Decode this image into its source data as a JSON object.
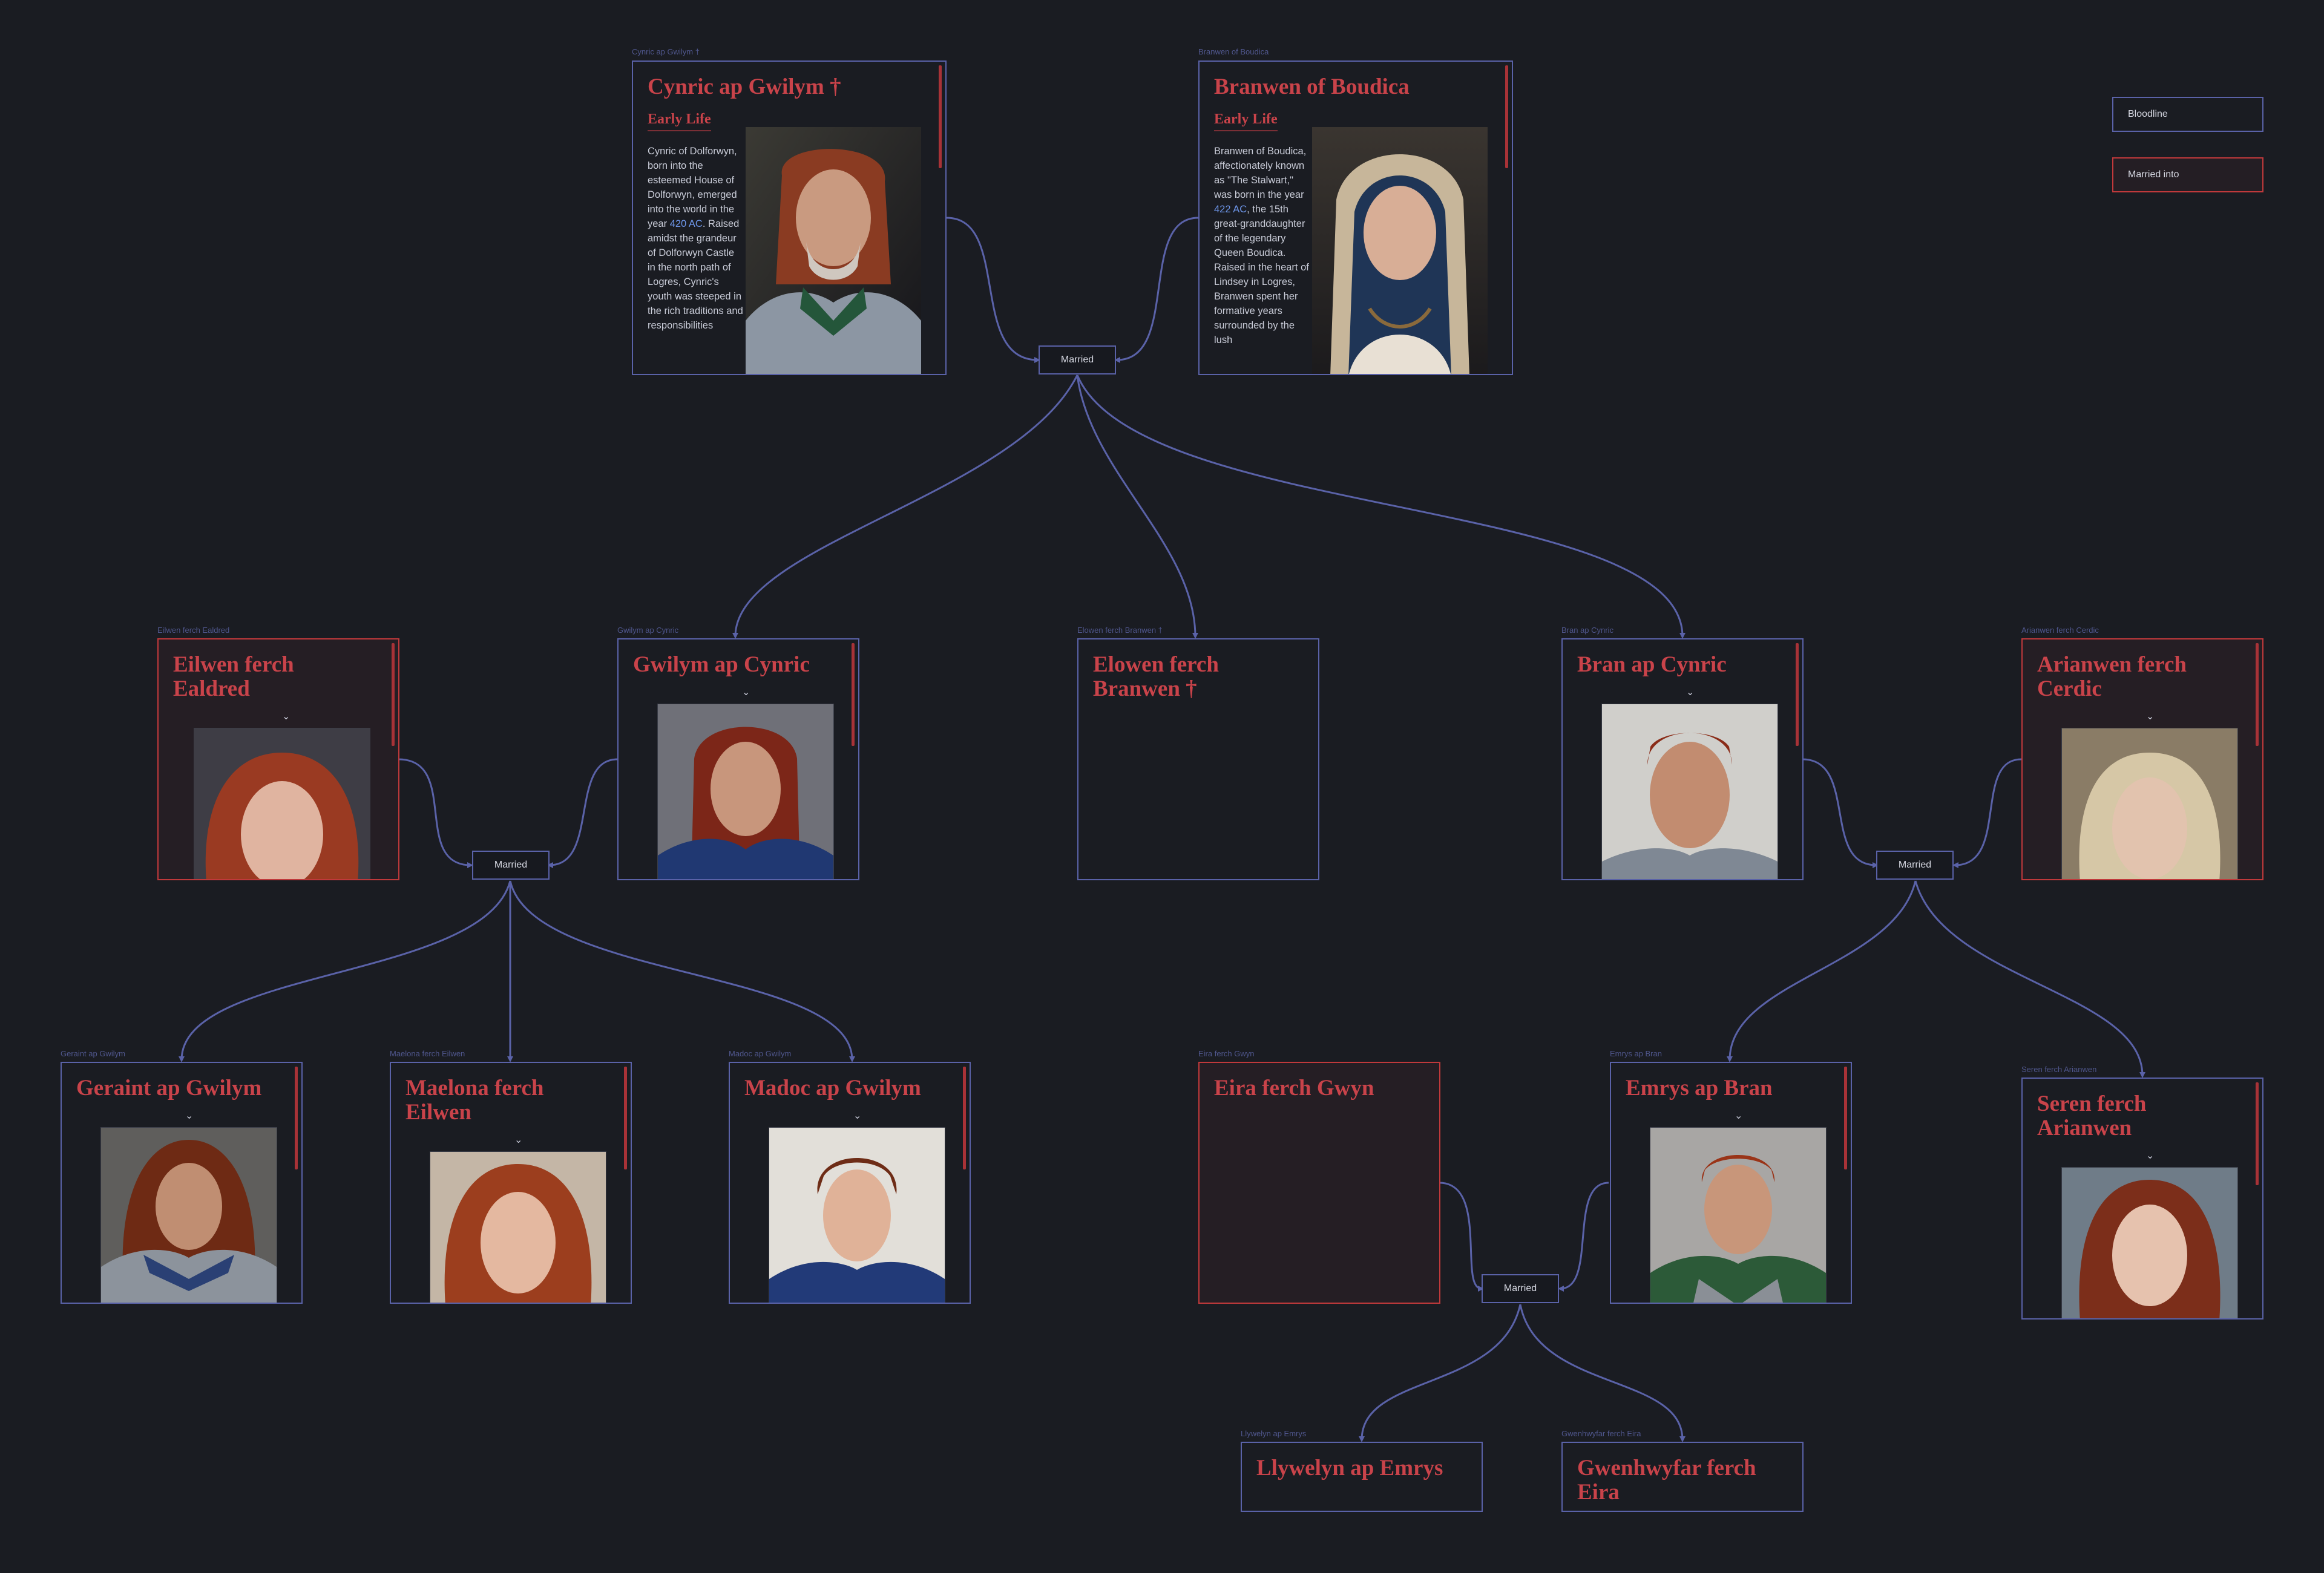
{
  "legend": {
    "bloodline": "Bloodline",
    "married_into": "Married into"
  },
  "colors": {
    "bloodline": "#5a62a8",
    "married_into": "#c0393b",
    "title": "#c9434a",
    "background": "#1a1c22"
  },
  "marriage_label": "Married",
  "people": {
    "cynric": {
      "label": "Cynric ap Gwilym †",
      "name": "Cynric ap Gwilym †",
      "section": "Early Life",
      "bio_parts": [
        "Cynric of Dolforwyn, born into the esteemed House of Dolforwyn, emerged into the world in the year ",
        "420 AC",
        ". Raised amidst the grandeur of Dolforwyn Castle in the north path of Logres, Cynric's youth was steeped in the rich traditions and responsibilities"
      ]
    },
    "branwen": {
      "label": "Branwen of Boudica",
      "name": "Branwen of Boudica",
      "section": "Early Life",
      "bio_parts": [
        "Branwen of Boudica, affectionately known as \"The Stalwart,\" was born in the year ",
        "422 AC",
        ", the 15th great-granddaughter of the legendary Queen Boudica. Raised in the heart of Lindsey in Logres, Branwen spent her formative years surrounded by the lush"
      ]
    },
    "eilwen": {
      "label": "Eilwen ferch Ealdred",
      "name": "Eilwen ferch Ealdred"
    },
    "gwilym": {
      "label": "Gwilym ap Cynric",
      "name": "Gwilym ap Cynric"
    },
    "elowen": {
      "label": "Elowen ferch Branwen †",
      "name": "Elowen ferch Branwen †"
    },
    "bran": {
      "label": "Bran ap Cynric",
      "name": "Bran ap Cynric"
    },
    "arianwen": {
      "label": "Arianwen ferch Cerdic",
      "name": "Arianwen ferch Cerdic"
    },
    "geraint": {
      "label": "Geraint ap Gwilym",
      "name": "Geraint ap Gwilym"
    },
    "maelona": {
      "label": "Maelona ferch Eilwen",
      "name": "Maelona ferch Eilwen"
    },
    "madoc": {
      "label": "Madoc ap Gwilym",
      "name": "Madoc ap Gwilym"
    },
    "eira": {
      "label": "Eira ferch Gwyn",
      "name": "Eira ferch Gwyn"
    },
    "emrys": {
      "label": "Emrys ap Bran",
      "name": "Emrys ap Bran"
    },
    "seren": {
      "label": "Seren ferch Arianwen",
      "name": "Seren ferch Arianwen"
    },
    "llywelyn": {
      "label": "Llywelyn ap Emrys",
      "name": "Llywelyn ap Emrys"
    },
    "gwenhwyfar": {
      "label": "Gwenhwyfar ferch Eira",
      "name": "Gwenhwyfar ferch Eira"
    }
  }
}
